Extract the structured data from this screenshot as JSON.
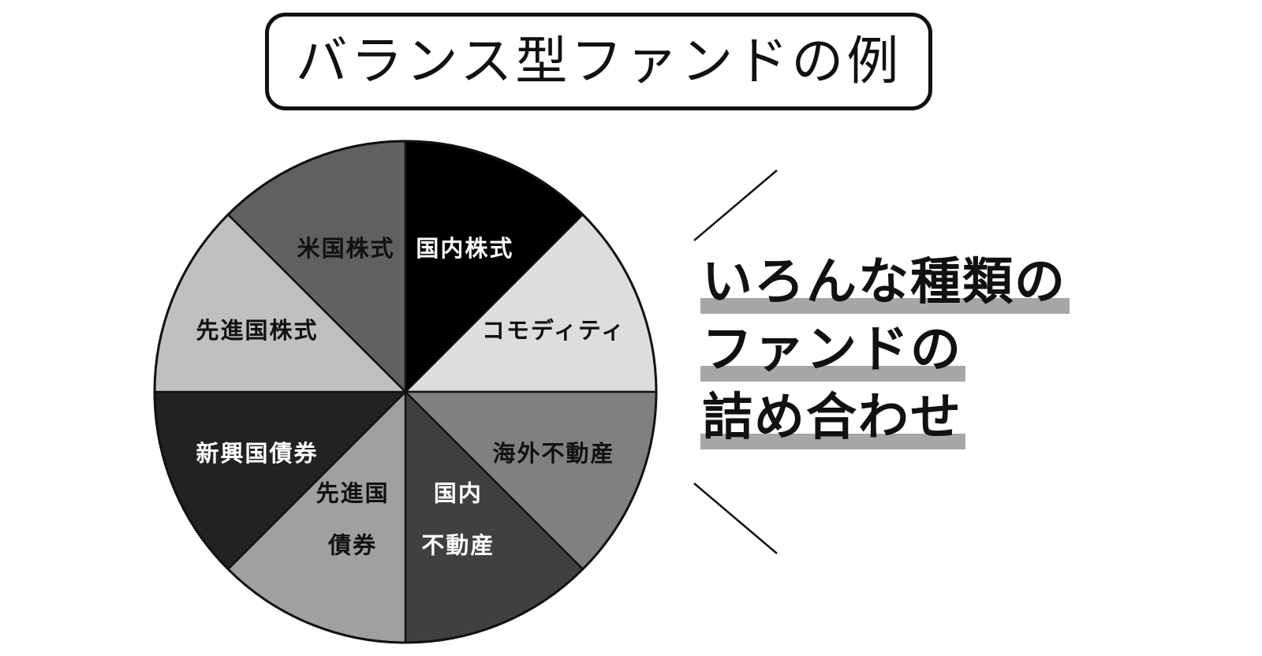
{
  "title": "バランス型ファンドの例",
  "chart_data": {
    "type": "pie",
    "title": "",
    "start": "top",
    "direction": "clockwise",
    "slices": [
      {
        "label_lines": [
          "国内株式"
        ],
        "value": 1,
        "color": "#000000",
        "label_color": "#ffffff"
      },
      {
        "label_lines": [
          "コモディティ"
        ],
        "value": 1,
        "color": "#dddddd",
        "label_color": "#111111"
      },
      {
        "label_lines": [
          "海外不動産"
        ],
        "value": 1,
        "color": "#808080",
        "label_color": "#111111"
      },
      {
        "label_lines": [
          "国内",
          "不動産"
        ],
        "value": 1,
        "color": "#404040",
        "label_color": "#ffffff"
      },
      {
        "label_lines": [
          "先進国",
          "債券"
        ],
        "value": 1,
        "color": "#a0a0a0",
        "label_color": "#111111"
      },
      {
        "label_lines": [
          "新興国債券"
        ],
        "value": 1,
        "color": "#222222",
        "label_color": "#ffffff"
      },
      {
        "label_lines": [
          "先進国株式"
        ],
        "value": 1,
        "color": "#c0c0c0",
        "label_color": "#111111"
      },
      {
        "label_lines": [
          "米国株式"
        ],
        "value": 1,
        "color": "#606060",
        "label_color": "#111111"
      }
    ]
  },
  "callout": {
    "lines": [
      "いろんな種類の",
      "ファンドの",
      "詰め合わせ"
    ],
    "highlight_color": "#a7a7a7"
  }
}
